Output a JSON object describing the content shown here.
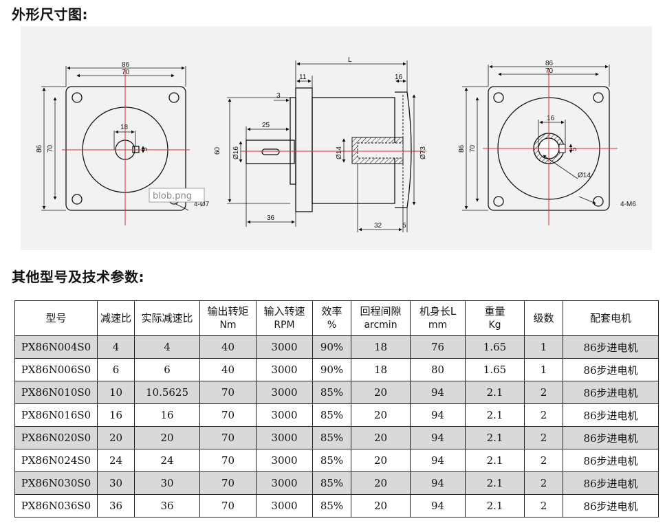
{
  "headings": {
    "dimension_title": "外形尺寸图:",
    "models_title": "其他型号及技术参数:"
  },
  "drawing": {
    "watermark": "blob.png",
    "front_view": {
      "outer_width": "86",
      "bolt_spacing": "70",
      "outer_height": "86",
      "bolt_spacing_v": "70",
      "shaft_offset": "18",
      "key_width": "5",
      "holes": "4-Ø7"
    },
    "side_view": {
      "length": "L",
      "flange_thickness": "11",
      "rear_length": "16",
      "step": "3",
      "key_length": "25",
      "pilot_dia": "60",
      "shaft_dia": "Ø16",
      "bore_dia": "Ø14",
      "body_dia": "Ø73",
      "shaft_length": "36",
      "bore_depth": "32",
      "rear_step": "5"
    },
    "rear_view": {
      "outer_width": "86",
      "bolt_spacing": "70",
      "outer_height": "86",
      "bolt_spacing_v": "70",
      "key_offset": "16",
      "key_width": "5",
      "bore_dia": "Ø14",
      "holes": "4-M6"
    }
  },
  "table": {
    "headers": [
      {
        "line1": "型号",
        "line2": ""
      },
      {
        "line1": "减速比",
        "line2": ""
      },
      {
        "line1": "实际减速比",
        "line2": ""
      },
      {
        "line1": "输出转矩",
        "line2": "Nm"
      },
      {
        "line1": "输入转速",
        "line2": "RPM"
      },
      {
        "line1": "效率",
        "line2": "%"
      },
      {
        "line1": "回程间隙",
        "line2": "arcmin"
      },
      {
        "line1": "机身长L",
        "line2": "mm"
      },
      {
        "line1": "重量",
        "line2": "Kg"
      },
      {
        "line1": "级数",
        "line2": ""
      },
      {
        "line1": "配套电机",
        "line2": ""
      }
    ],
    "rows": [
      [
        "PX86N004S0",
        "4",
        "4",
        "40",
        "3000",
        "90%",
        "18",
        "76",
        "1.65",
        "1",
        "86步进电机"
      ],
      [
        "PX86N006S0",
        "6",
        "6",
        "40",
        "3000",
        "90%",
        "18",
        "80",
        "1.65",
        "1",
        "86步进电机"
      ],
      [
        "PX86N010S0",
        "10",
        "10.5625",
        "70",
        "3000",
        "85%",
        "20",
        "94",
        "2.1",
        "2",
        "86步进电机"
      ],
      [
        "PX86N016S0",
        "16",
        "16",
        "70",
        "3000",
        "85%",
        "20",
        "94",
        "2.1",
        "2",
        "86步进电机"
      ],
      [
        "PX86N020S0",
        "20",
        "20",
        "70",
        "3000",
        "85%",
        "20",
        "94",
        "2.1",
        "2",
        "86步进电机"
      ],
      [
        "PX86N024S0",
        "24",
        "24",
        "70",
        "3000",
        "85%",
        "20",
        "94",
        "2.1",
        "2",
        "86步进电机"
      ],
      [
        "PX86N030S0",
        "30",
        "30",
        "70",
        "3000",
        "85%",
        "20",
        "94",
        "2.1",
        "2",
        "86步进电机"
      ],
      [
        "PX86N036S0",
        "36",
        "36",
        "70",
        "3000",
        "85%",
        "20",
        "94",
        "2.1",
        "2",
        "86步进电机"
      ]
    ]
  }
}
